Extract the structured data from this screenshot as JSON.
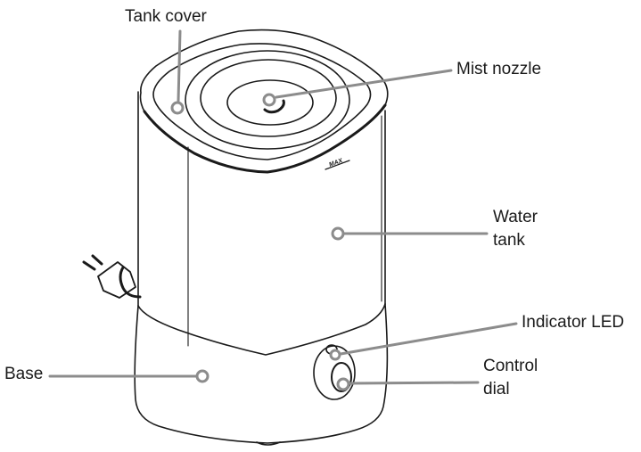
{
  "figure": {
    "type": "product-parts-diagram",
    "subject": "humidifier"
  },
  "labels": {
    "tank_cover": "Tank cover",
    "mist_nozzle": "Mist nozzle",
    "water_tank_line1": "Water",
    "water_tank_line2": "tank",
    "indicator_led": "Indicator LED",
    "control_dial_line1": "Control",
    "control_dial_line2": "dial",
    "base": "Base"
  },
  "tank_mark": "MAX",
  "colors": {
    "outline": "#1a1a1a",
    "leader_line": "#8c8c8c",
    "background": "#ffffff"
  }
}
